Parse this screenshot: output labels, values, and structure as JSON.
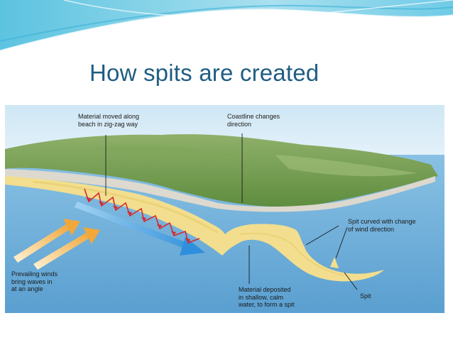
{
  "slide": {
    "title": "How spits are created"
  },
  "diagram": {
    "labels": {
      "material_moved": "Material moved along\nbeach in zig-zag way",
      "coastline_changes": "Coastline changes\ndirection",
      "spit_curved": "Spit curved with change\nof wind direction",
      "prevailing_winds": "Prevailing winds\nbring waves in\nat an angle",
      "material_deposited": "Material deposited\nin shallow, calm\nwater, to form a spit",
      "spit": "Spit"
    },
    "icons": [
      "zigzag-transport-arrows",
      "longshore-drift-arrow",
      "prevailing-wind-arrows"
    ]
  },
  "colors": {
    "title": "#1f5d82",
    "banner": "#5fc6e3",
    "sea": "#7ab4dd",
    "sand": "#f2de8e",
    "land": "#6f9a4c",
    "zigzag": "#d6292e",
    "drift_arrow": "#2f8fdc",
    "wind_arrow": "#f0a83c"
  }
}
